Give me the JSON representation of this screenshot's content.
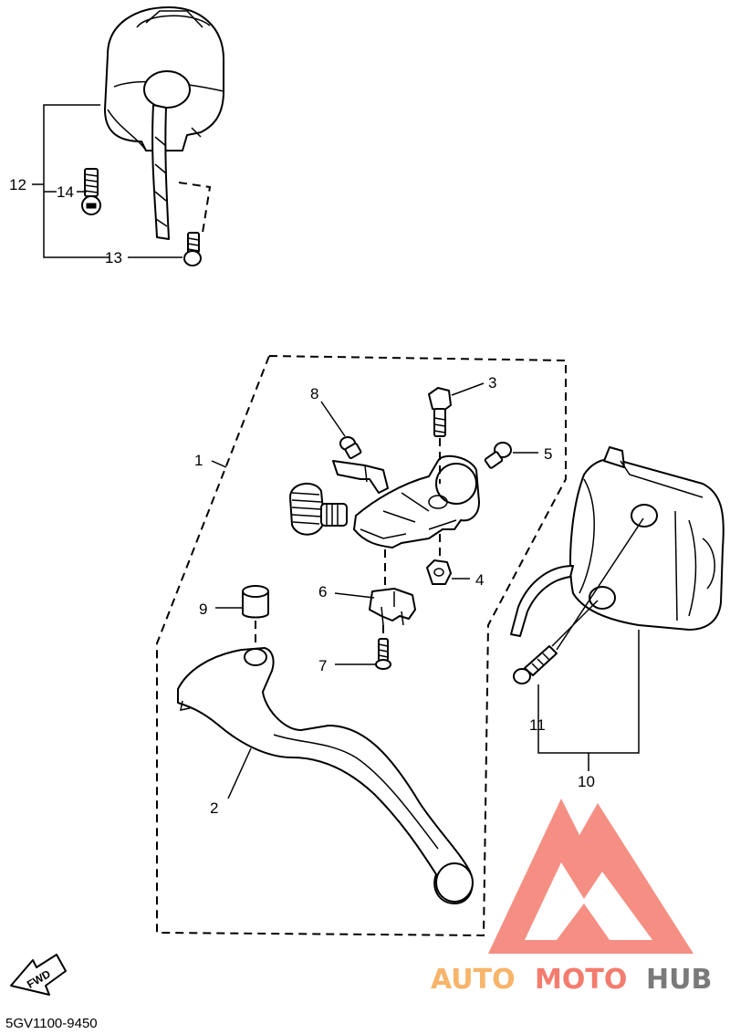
{
  "callouts": {
    "c1": "1",
    "c2": "2",
    "c3": "3",
    "c4": "4",
    "c5": "5",
    "c6": "6",
    "c7": "7",
    "c8": "8",
    "c9": "9",
    "c10": "10",
    "c11": "11",
    "c12": "12",
    "c13": "13",
    "c14": "14"
  },
  "fwd_label": "FWD",
  "diagram_code": "5GV1100-9450",
  "watermark": {
    "part1": "AUTO",
    "part2": "MOTO",
    "part3": "HUB",
    "color_auto": "#f7b46a",
    "color_moto": "#f47c6e",
    "color_hub": "#7a7a7a",
    "color_logo": "#f47c6e"
  }
}
